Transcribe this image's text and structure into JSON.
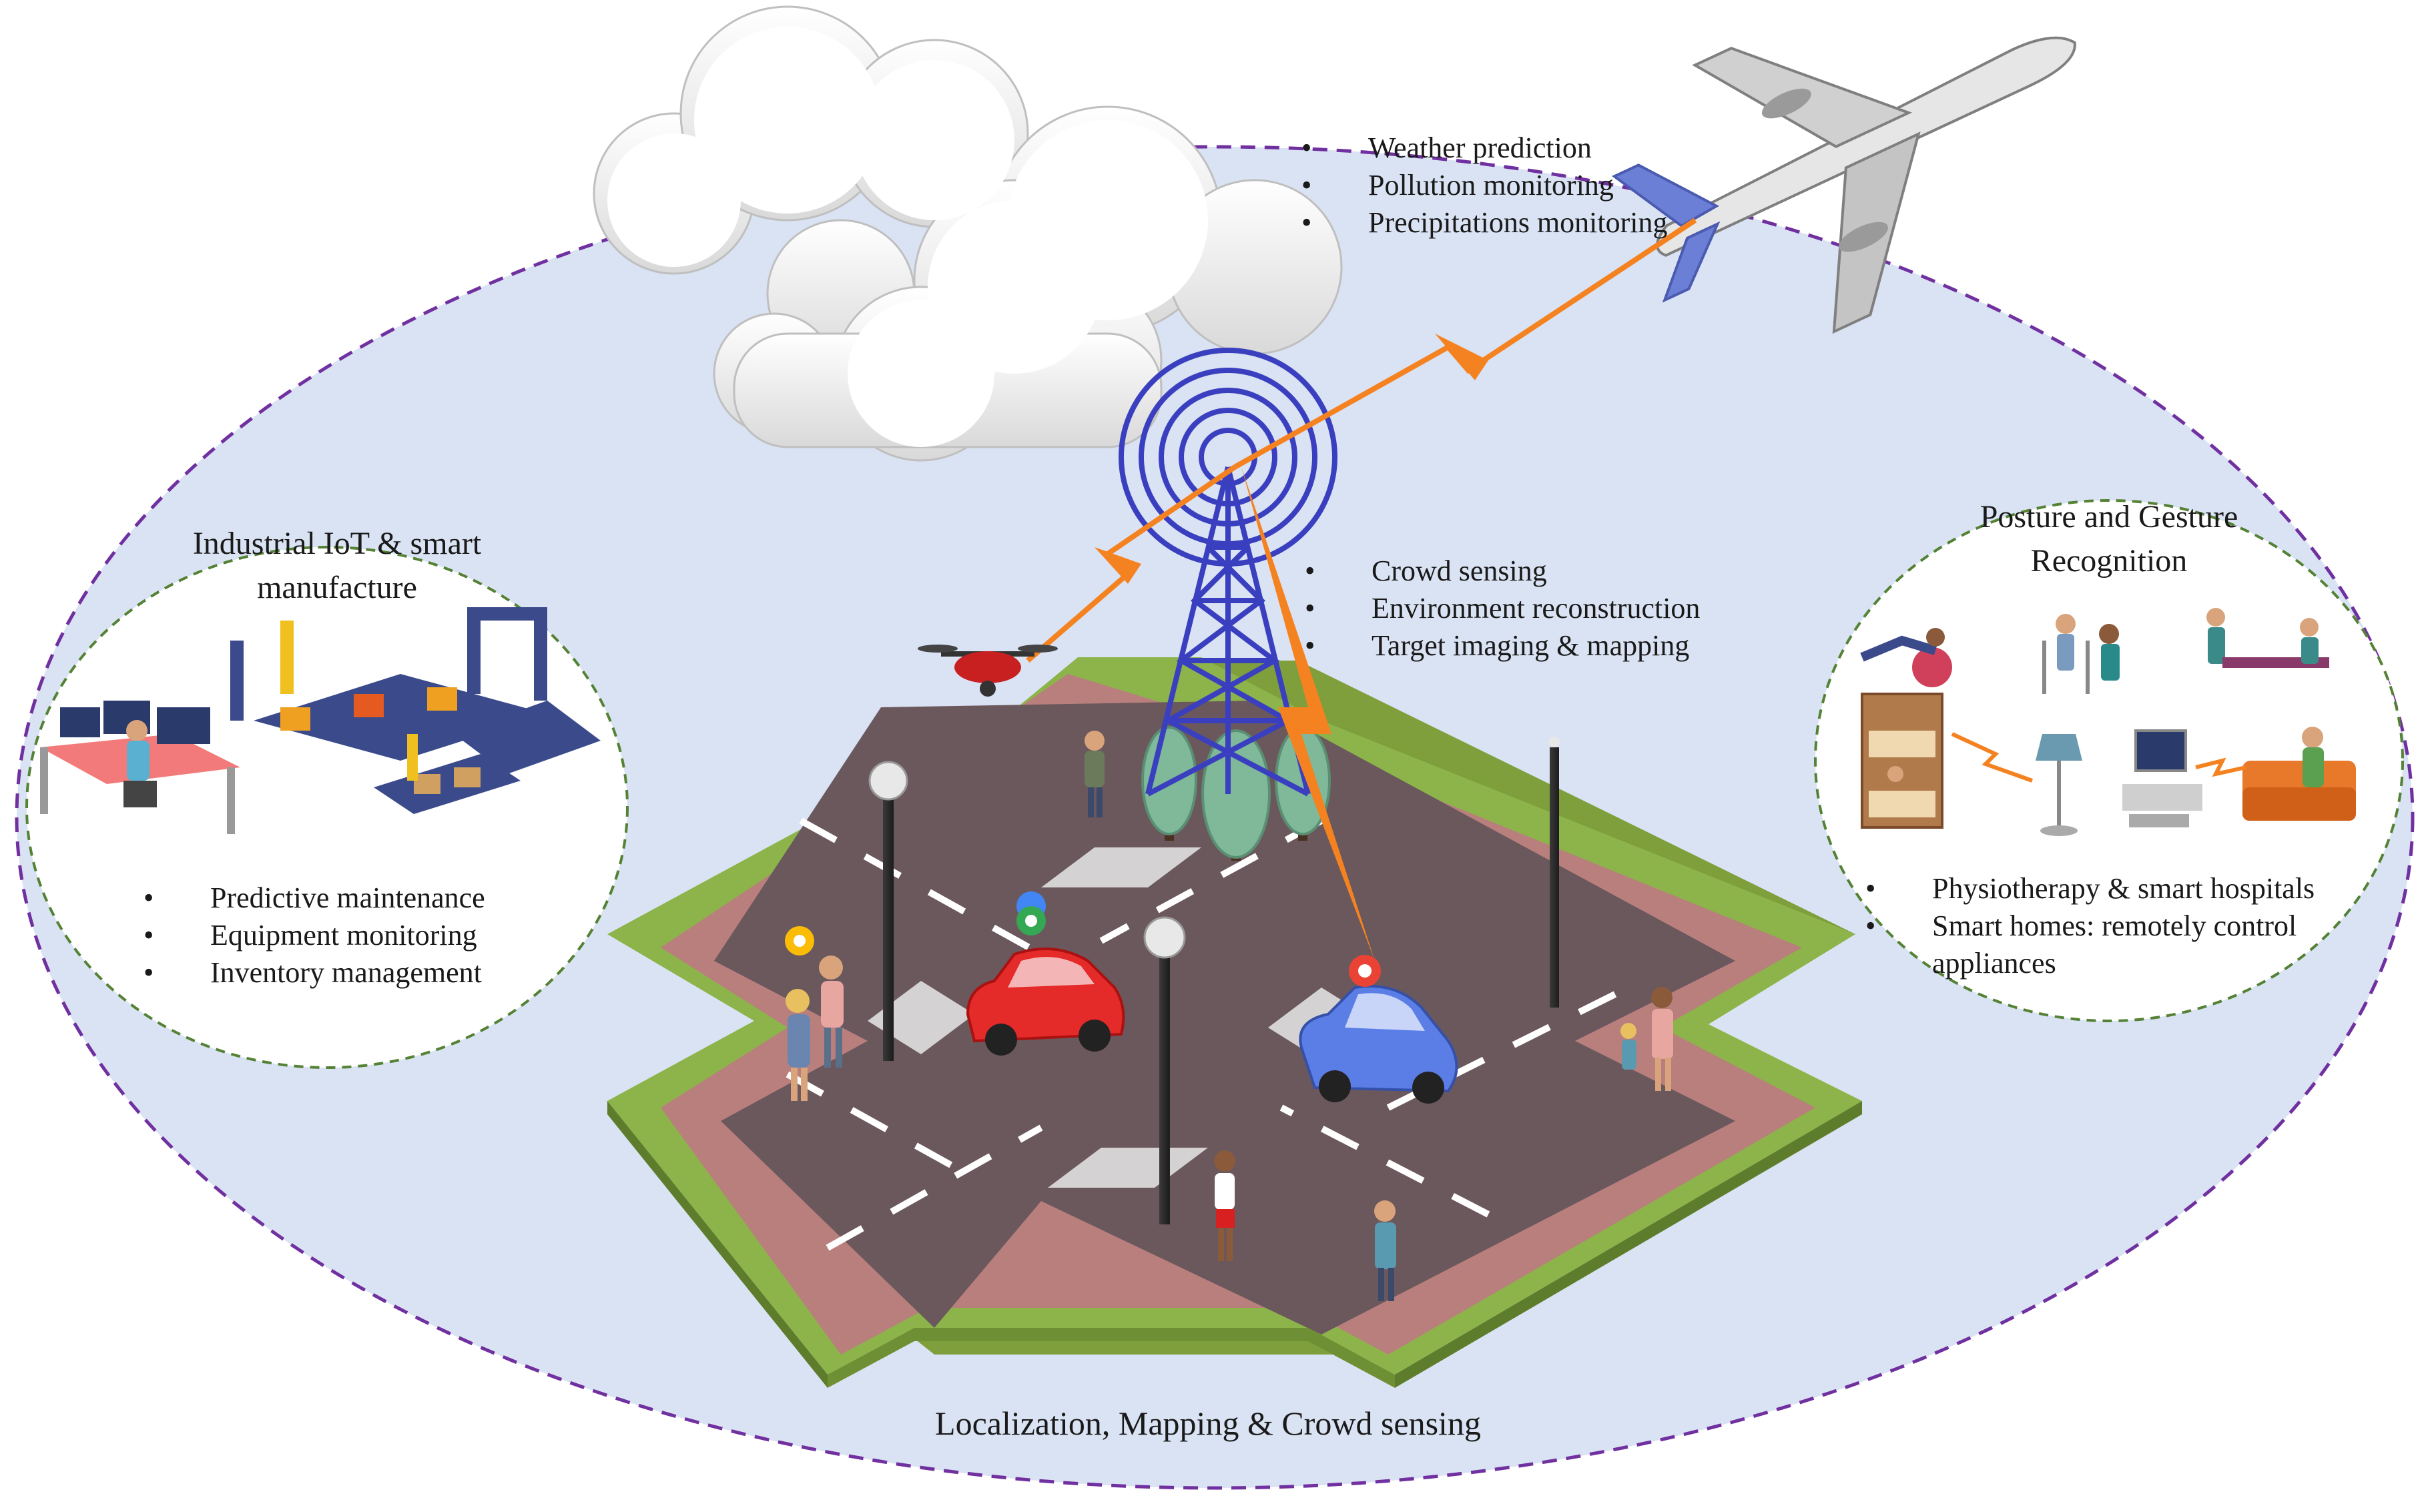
{
  "top_applications": {
    "items": [
      "Weather prediction",
      "Pollution monitoring",
      "Precipitations monitoring"
    ]
  },
  "tower_applications": {
    "items": [
      "Crowd sensing",
      "Environment reconstruction",
      "Target imaging & mapping"
    ]
  },
  "industrial": {
    "title_line1": "Industrial IoT & smart",
    "title_line2": "manufacture",
    "items": [
      "Predictive maintenance",
      "Equipment monitoring",
      "Inventory management"
    ]
  },
  "posture": {
    "title_line1": "Posture and Gesture",
    "title_line2": "Recognition",
    "items": [
      "Physiotherapy & smart hospitals",
      "Smart homes: remotely control",
      "appliances"
    ]
  },
  "bottom_caption": "Localization, Mapping & Crowd sensing",
  "colors": {
    "ellipse_fill": "#dae3f3",
    "ellipse_border": "#7030a0",
    "circle_border": "#548235",
    "signal": "#f58220",
    "tower": "#3a3fbf",
    "road": "#6b585d",
    "sidewalk": "#b87f7c",
    "grass": "#8db44a",
    "car_red": "#e52a2a",
    "car_blue": "#5b7ee6"
  },
  "icons": [
    "cloud-icon",
    "airplane-icon",
    "drone-icon",
    "tower-icon",
    "map-pin-icon",
    "car-icon",
    "person-icon",
    "tree-icon",
    "streetlamp-icon",
    "robot-arm-icon",
    "workstation-icon",
    "lamp-icon",
    "tv-icon",
    "sofa-icon",
    "bunk-bed-icon"
  ]
}
